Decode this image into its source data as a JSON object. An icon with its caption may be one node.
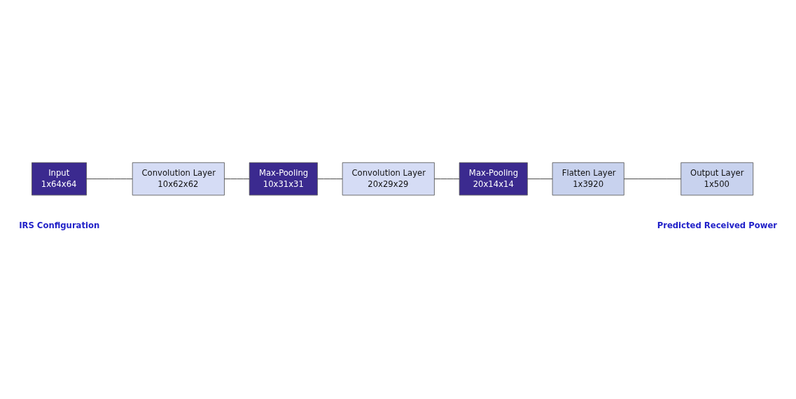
{
  "diagram": {
    "nodes": [
      {
        "text": [
          "Input",
          "1x64x64"
        ],
        "beside": [
          "IRS Configuration"
        ]
      },
      {
        "text": [
          "Convolution Layer",
          "10x62x62"
        ]
      },
      {
        "text": [
          "Max-Pooling",
          "10x31x31"
        ]
      },
      {
        "text": [
          "Convolution Layer",
          "20x29x29"
        ]
      },
      {
        "text": [
          "Max-Pooling",
          "20x14x14"
        ]
      },
      {
        "text": [
          "Flatten Layer",
          "1x3920"
        ]
      },
      {
        "text": [
          "Output Layer",
          "1x500"
        ],
        "beside": [
          "Predicted Received Power"
        ]
      }
    ],
    "edges": [
      {
        "from": 0,
        "to": 1,
        "arrow": "none"
      },
      {
        "from": 1,
        "to": 2,
        "arrow": "none"
      },
      {
        "from": 2,
        "to": 3,
        "arrow": "none"
      },
      {
        "from": 3,
        "to": 4,
        "arrow": "none"
      },
      {
        "from": 4,
        "to": 5,
        "arrow": "none"
      },
      {
        "from": 5,
        "to": 6,
        "arrow": "none"
      }
    ]
  }
}
